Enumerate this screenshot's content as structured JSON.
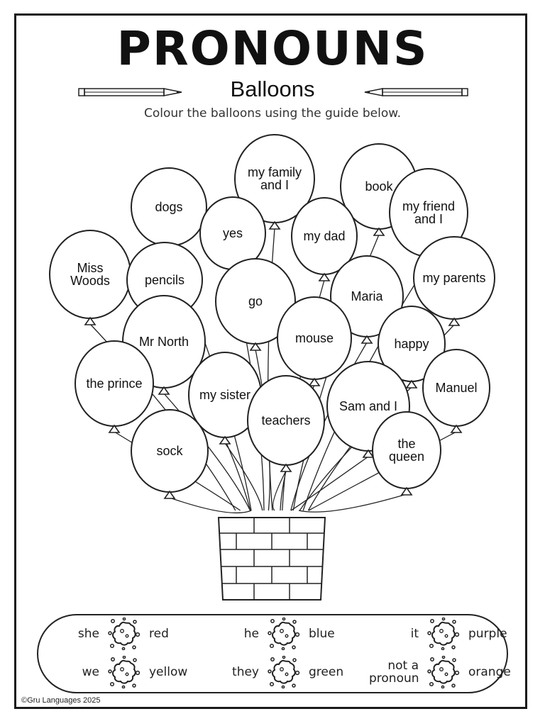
{
  "header": {
    "title": "PRONOUNS",
    "subtitle": "Balloons",
    "instructions": "Colour the balloons using the guide below."
  },
  "balloons": [
    {
      "lines": [
        "my family",
        "and I"
      ]
    },
    {
      "lines": [
        "book"
      ]
    },
    {
      "lines": [
        "dogs"
      ]
    },
    {
      "lines": [
        "my friend",
        "and I"
      ]
    },
    {
      "lines": [
        "yes"
      ]
    },
    {
      "lines": [
        "my dad"
      ]
    },
    {
      "lines": [
        "Miss",
        "Woods"
      ]
    },
    {
      "lines": [
        "pencils"
      ]
    },
    {
      "lines": [
        "my parents"
      ]
    },
    {
      "lines": [
        "Maria"
      ]
    },
    {
      "lines": [
        "go"
      ]
    },
    {
      "lines": [
        "Mr North"
      ]
    },
    {
      "lines": [
        "mouse"
      ]
    },
    {
      "lines": [
        "happy"
      ]
    },
    {
      "lines": [
        "the prince"
      ]
    },
    {
      "lines": [
        "Manuel"
      ]
    },
    {
      "lines": [
        "my sister"
      ]
    },
    {
      "lines": [
        "Sam and I"
      ]
    },
    {
      "lines": [
        "teachers"
      ]
    },
    {
      "lines": [
        "sock"
      ]
    },
    {
      "lines": [
        "the",
        "queen"
      ]
    }
  ],
  "legend": [
    {
      "pronoun": "she",
      "color": "red"
    },
    {
      "pronoun": "he",
      "color": "blue"
    },
    {
      "pronoun": "it",
      "color": "purple"
    },
    {
      "pronoun": "we",
      "color": "yellow"
    },
    {
      "pronoun": "they",
      "color": "green"
    },
    {
      "pronoun": "not a\npronoun",
      "color": "orange"
    }
  ],
  "footer": {
    "copyright": "©Gru Languages 2025"
  }
}
